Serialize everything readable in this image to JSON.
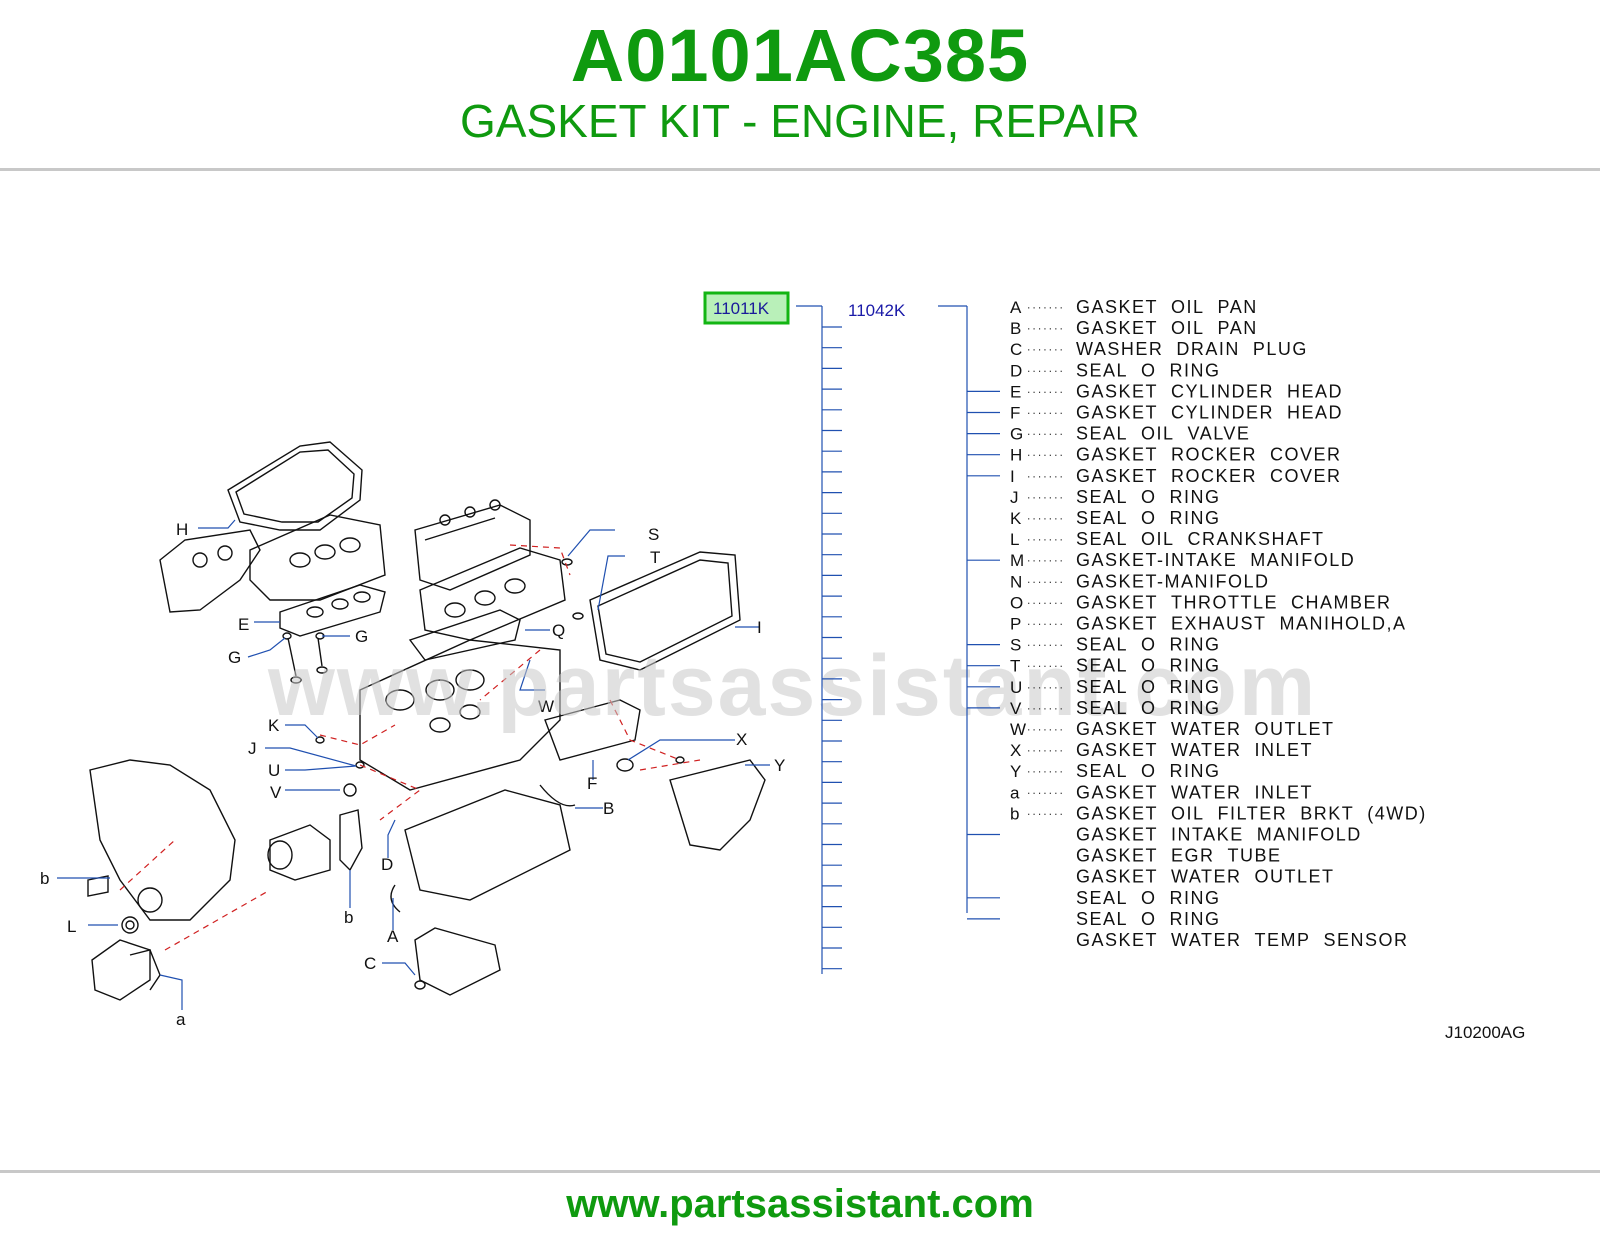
{
  "header": {
    "part_number": "A0101AC385",
    "title": "GASKET KIT - ENGINE, REPAIR"
  },
  "tree": {
    "root_code": "11011K",
    "sub_code": "11042K",
    "highlight_color": "#13b513"
  },
  "parts": [
    {
      "code": "A",
      "description": "GASKET  OIL  PAN"
    },
    {
      "code": "B",
      "description": "GASKET  OIL  PAN"
    },
    {
      "code": "C",
      "description": "WASHER  DRAIN  PLUG"
    },
    {
      "code": "D",
      "description": "SEAL  O  RING"
    },
    {
      "code": "E",
      "description": "GASKET  CYLINDER  HEAD"
    },
    {
      "code": "F",
      "description": "GASKET  CYLINDER  HEAD"
    },
    {
      "code": "G",
      "description": "SEAL  OIL  VALVE"
    },
    {
      "code": "H",
      "description": "GASKET  ROCKER  COVER"
    },
    {
      "code": "I",
      "description": "GASKET  ROCKER  COVER"
    },
    {
      "code": "J",
      "description": "SEAL  O  RING"
    },
    {
      "code": "K",
      "description": "SEAL  O  RING"
    },
    {
      "code": "L",
      "description": "SEAL  OIL  CRANKSHAFT"
    },
    {
      "code": "M",
      "description": "GASKET-INTAKE  MANIFOLD"
    },
    {
      "code": "N",
      "description": "GASKET-MANIFOLD"
    },
    {
      "code": "O",
      "description": "GASKET  THROTTLE  CHAMBER"
    },
    {
      "code": "P",
      "description": "GASKET  EXHAUST  MANIHOLD,A"
    },
    {
      "code": "S",
      "description": "SEAL  O  RING"
    },
    {
      "code": "T",
      "description": "SEAL  O  RING"
    },
    {
      "code": "U",
      "description": "SEAL  O  RING"
    },
    {
      "code": "V",
      "description": "SEAL  O  RING"
    },
    {
      "code": "W",
      "description": "GASKET  WATER  OUTLET"
    },
    {
      "code": "X",
      "description": "GASKET  WATER  INLET"
    },
    {
      "code": "Y",
      "description": "SEAL  O  RING"
    },
    {
      "code": "a",
      "description": "GASKET  WATER  INLET"
    },
    {
      "code": "b",
      "description": "GASKET  OIL  FILTER  BRKT  (4WD)"
    },
    {
      "code": "",
      "description": "GASKET  INTAKE  MANIFOLD"
    },
    {
      "code": "",
      "description": "GASKET  EGR  TUBE"
    },
    {
      "code": "",
      "description": "GASKET  WATER  OUTLET"
    },
    {
      "code": "",
      "description": "SEAL  O  RING"
    },
    {
      "code": "",
      "description": "SEAL  O  RING"
    },
    {
      "code": "",
      "description": "GASKET  WATER  TEMP  SENSOR"
    }
  ],
  "diagram": {
    "callouts": [
      "H",
      "E",
      "G",
      "G",
      "S",
      "T",
      "Q",
      "I",
      "W",
      "K",
      "J",
      "U",
      "V",
      "X",
      "Y",
      "F",
      "B",
      "b",
      "L",
      "D",
      "b",
      "A",
      "C",
      "a"
    ],
    "watermark": "www.partsassistant.com",
    "figure_code": "J10200AG"
  },
  "footer": {
    "url": "www.partsassistant.com"
  }
}
